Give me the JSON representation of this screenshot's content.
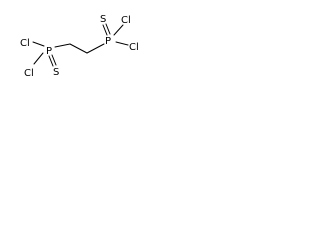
{
  "molecule": {
    "atoms": {
      "p_left": "P",
      "s_left": "S",
      "cl_left_top": "Cl",
      "cl_left_bottom": "Cl",
      "p_right": "P",
      "s_right": "S",
      "cl_right_top": "Cl",
      "cl_right_right": "Cl"
    }
  }
}
